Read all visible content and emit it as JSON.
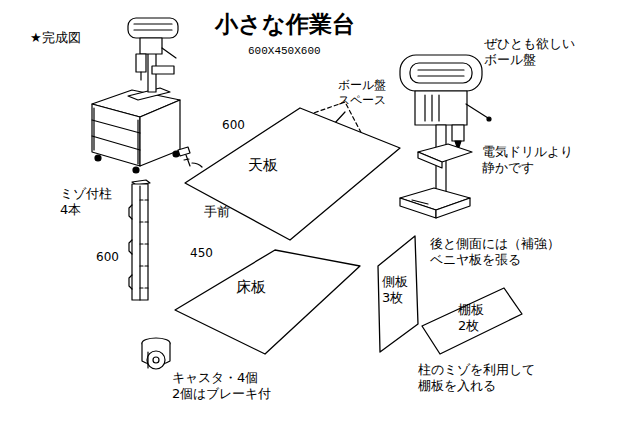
{
  "diagram": {
    "title": "小さな作業台",
    "nodes": [
      {
        "text": [
          "天板",
          "手前"
        ]
      },
      {
        "text": [
          "床板"
        ]
      },
      {
        "text": [
          "側板 3枚"
        ]
      },
      {
        "text": [
          "棚板 2枚"
        ]
      }
    ],
    "labels": [
      "★完成図",
      "600X450X600",
      "ボール盤 スペース",
      "ぜひとも欲しい ボール盤",
      "電気ドリルより 静かです",
      "600",
      "450",
      "ミゾ付柱 4本",
      "600",
      "後と側面には（補強） ベニヤ板を張る",
      "柱のミゾを利用して 棚板を入れる",
      "キャスタ・4個 2個はブレーキ付"
    ]
  }
}
